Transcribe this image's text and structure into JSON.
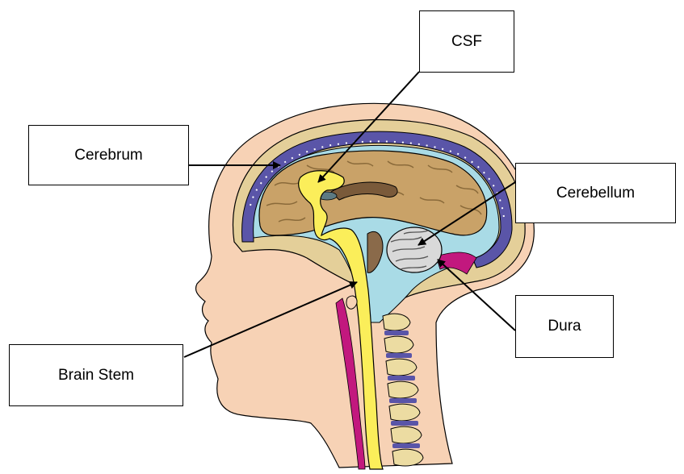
{
  "labels": {
    "csf": "CSF",
    "cerebrum": "Cerebrum",
    "cerebellum": "Cerebellum",
    "dura": "Dura",
    "brain_stem": "Brain Stem"
  },
  "colors": {
    "skin": "#f7d2b5",
    "skull": "#e4cf99",
    "brain": "#c9a268",
    "csf": "#a9dbe6",
    "dura_meninges": "#5a55a8",
    "spinal_cord": "#fbee5a",
    "vertebrae": "#ecdca2",
    "pink_membrane": "#c2187e",
    "cerebellum": "#d9d9d9",
    "outline": "#000000"
  }
}
